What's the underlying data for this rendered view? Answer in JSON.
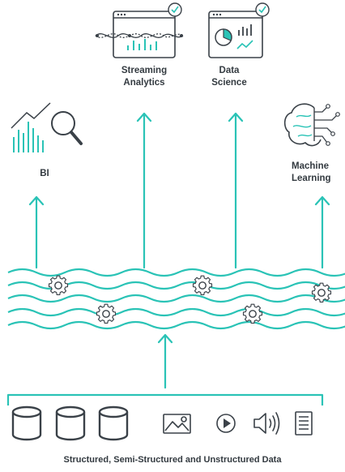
{
  "labels": {
    "streaming_line1": "Streaming",
    "streaming_line2": "Analytics",
    "datasci_line1": "Data",
    "datasci_line2": "Science",
    "bi": "BI",
    "ml_line1": "Machine",
    "ml_line2": "Learning",
    "bottom": "Structured, Semi-Structured and Unstructured Data"
  },
  "icons": {
    "streaming": "streaming-dashboard-icon",
    "datasci": "data-science-dashboard-icon",
    "bi": "bi-chart-magnifier-icon",
    "ml": "brain-circuit-icon",
    "databases": "database-cylinder-icon",
    "image": "image-icon",
    "video": "play-icon",
    "audio": "speaker-icon",
    "document": "document-icon",
    "gear": "gear-icon"
  },
  "colors": {
    "accent": "#2ac3b6",
    "icon": "#3a4148",
    "text": "#333a40"
  }
}
